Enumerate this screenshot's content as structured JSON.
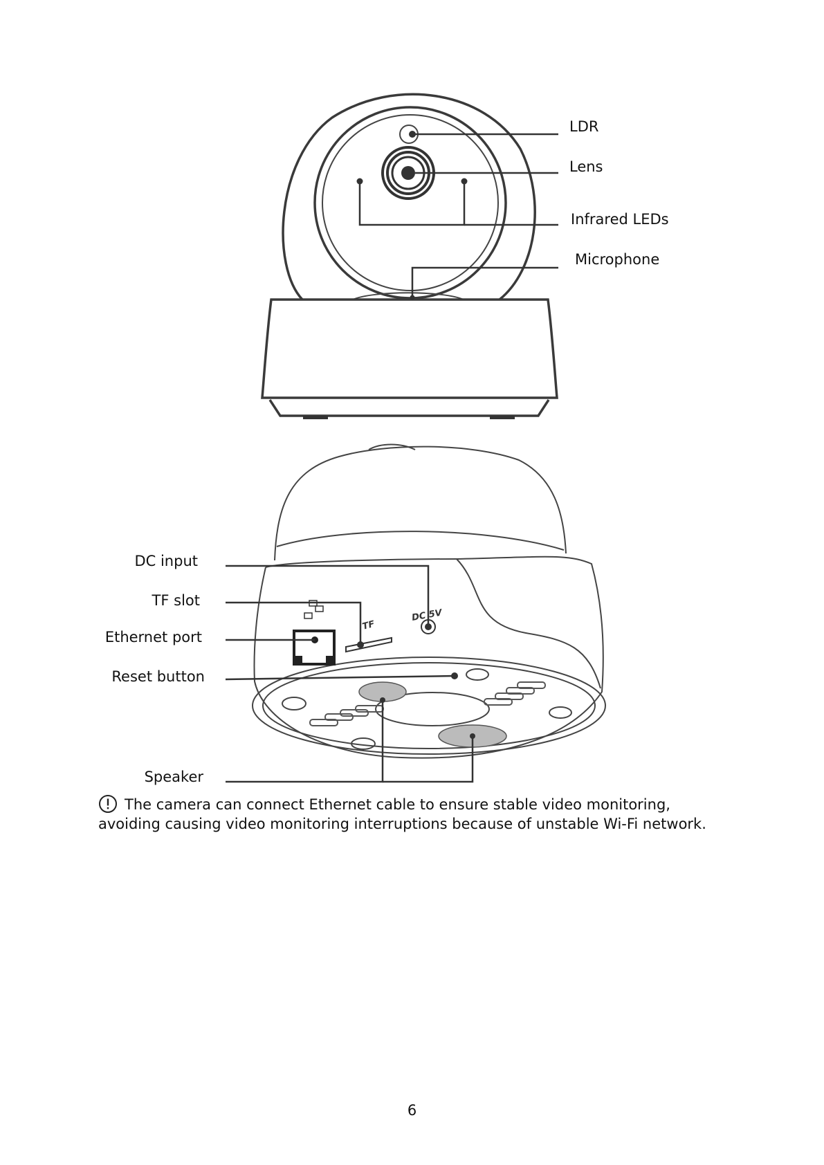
{
  "top_view": {
    "labels": {
      "ldr": "LDR",
      "lens": "Lens",
      "infrared_leds": "Infrared LEDs",
      "microphone": "Microphone"
    }
  },
  "bottom_view": {
    "labels": {
      "dc_input": "DC input",
      "tf_slot": "TF slot",
      "ethernet_port": "Ethernet port",
      "reset_button": "Reset button",
      "speaker": "Speaker"
    },
    "device_markings": {
      "dc": "DC 5V",
      "tf": "TF"
    }
  },
  "note": {
    "icon": "exclamation-circle-icon",
    "text": "The camera can connect Ethernet cable to ensure stable video monitoring, avoiding causing video monitoring interruptions because of unstable Wi-Fi network."
  },
  "page_number": "6"
}
